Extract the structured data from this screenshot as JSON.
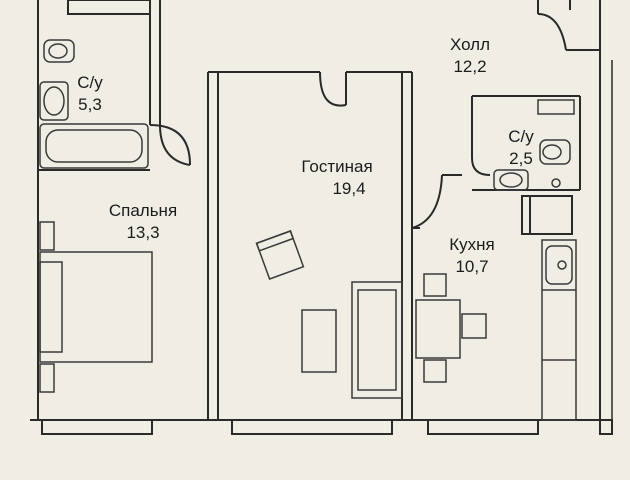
{
  "rooms": {
    "bath_main": {
      "name": "С/у",
      "area": "5,3"
    },
    "hall": {
      "name": "Холл",
      "area": "12,2"
    },
    "bath_small": {
      "name": "С/у",
      "area": "2,5"
    },
    "living": {
      "name": "Гостиная",
      "area": "19,4"
    },
    "bedroom": {
      "name": "Спальня",
      "area": "13,3"
    },
    "kitchen": {
      "name": "Кухня",
      "area": "10,7"
    }
  },
  "colors": {
    "wall": "#2a2a2a",
    "floor": "#efede4",
    "fixture": "#3a3a3a"
  }
}
